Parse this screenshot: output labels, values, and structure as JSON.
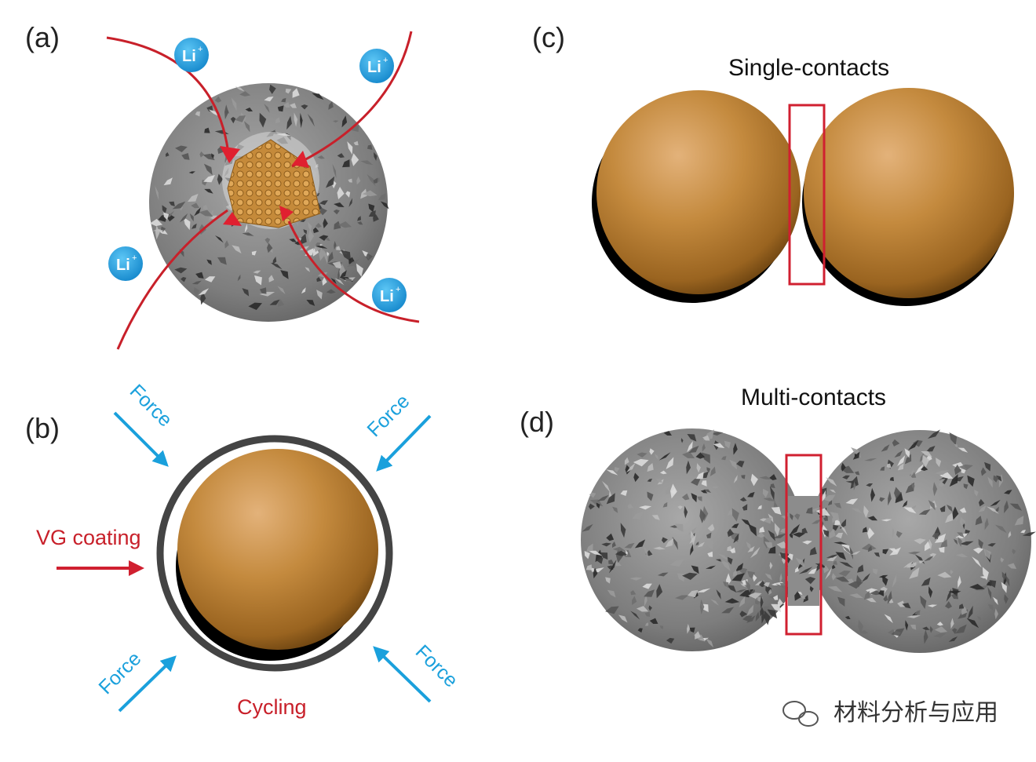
{
  "panels": {
    "a": {
      "label": "(a)",
      "ion_label": "Li",
      "ion_charge": "+"
    },
    "b": {
      "label": "(b)",
      "force_label": "Force",
      "coating_label": "VG coating",
      "cycling_label": "Cycling"
    },
    "c": {
      "label": "(c)",
      "title": "Single-contacts"
    },
    "d": {
      "label": "(d)",
      "title": "Multi-contacts"
    }
  },
  "watermark": {
    "text": "材料分析与应用",
    "icon": "wechat-icon"
  },
  "colors": {
    "particle": "#b07a2e",
    "vg_gray": "#8a8a8a",
    "red_arrow": "#d02030",
    "force_blue": "#1aa0dc",
    "ion_blue": "#1e9ee0",
    "contact_box": "#d02030"
  }
}
